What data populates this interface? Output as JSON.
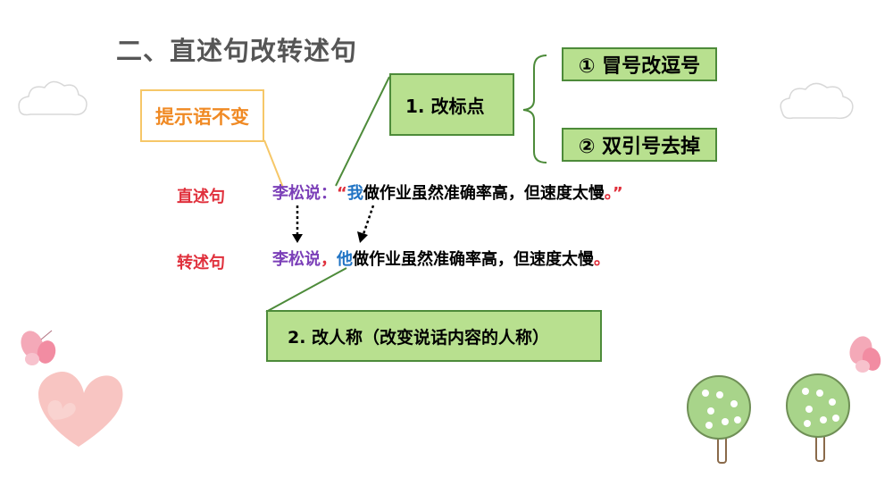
{
  "title": "二、直述句改转述句",
  "hint": "提示语不变",
  "step1": "1. 改标点",
  "sub1": "① 冒号改逗号",
  "sub2": "② 双引号去掉",
  "step2": "2. 改人称（改变说话内容的人称）",
  "direct": {
    "label": "直述句",
    "speaker": "李松说",
    "colon": "：",
    "open_quote": "“",
    "pronoun": "我",
    "content": "做作业虽然准确率高，但速度太慢",
    "end_punct": "。",
    "close_quote": "”"
  },
  "indirect": {
    "label": "转述句",
    "speaker": "李松说",
    "comma": "，",
    "pronoun": "他",
    "content": "做作业虽然准确率高，但速度太慢",
    "end_punct": "。"
  }
}
